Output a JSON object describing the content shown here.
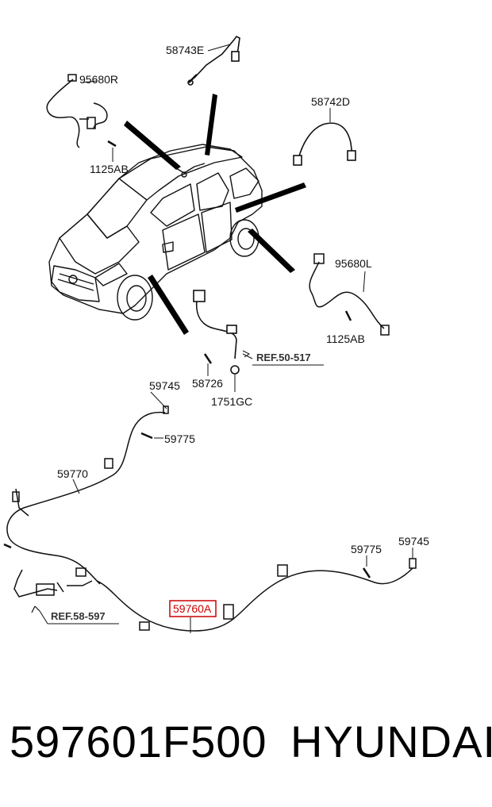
{
  "labels": {
    "p58743E": "58743E",
    "p95680R": "95680R",
    "p58742D": "58742D",
    "p1125AB_top": "1125AB",
    "p95680L": "95680L",
    "p1125AB_right": "1125AB",
    "p58726": "58726",
    "p1751GC": "1751GC",
    "p59745_top": "59745",
    "p59775_top": "59775",
    "p59770": "59770",
    "p59775_right": "59775",
    "p59745_right": "59745",
    "p59760A": "59760A"
  },
  "refs": {
    "ref1": "REF.50-517",
    "ref2": "REF.58-597"
  },
  "highlight_color": "#cc0000",
  "footer": {
    "part_number": "597601F500",
    "brand": "HYUNDAI"
  }
}
